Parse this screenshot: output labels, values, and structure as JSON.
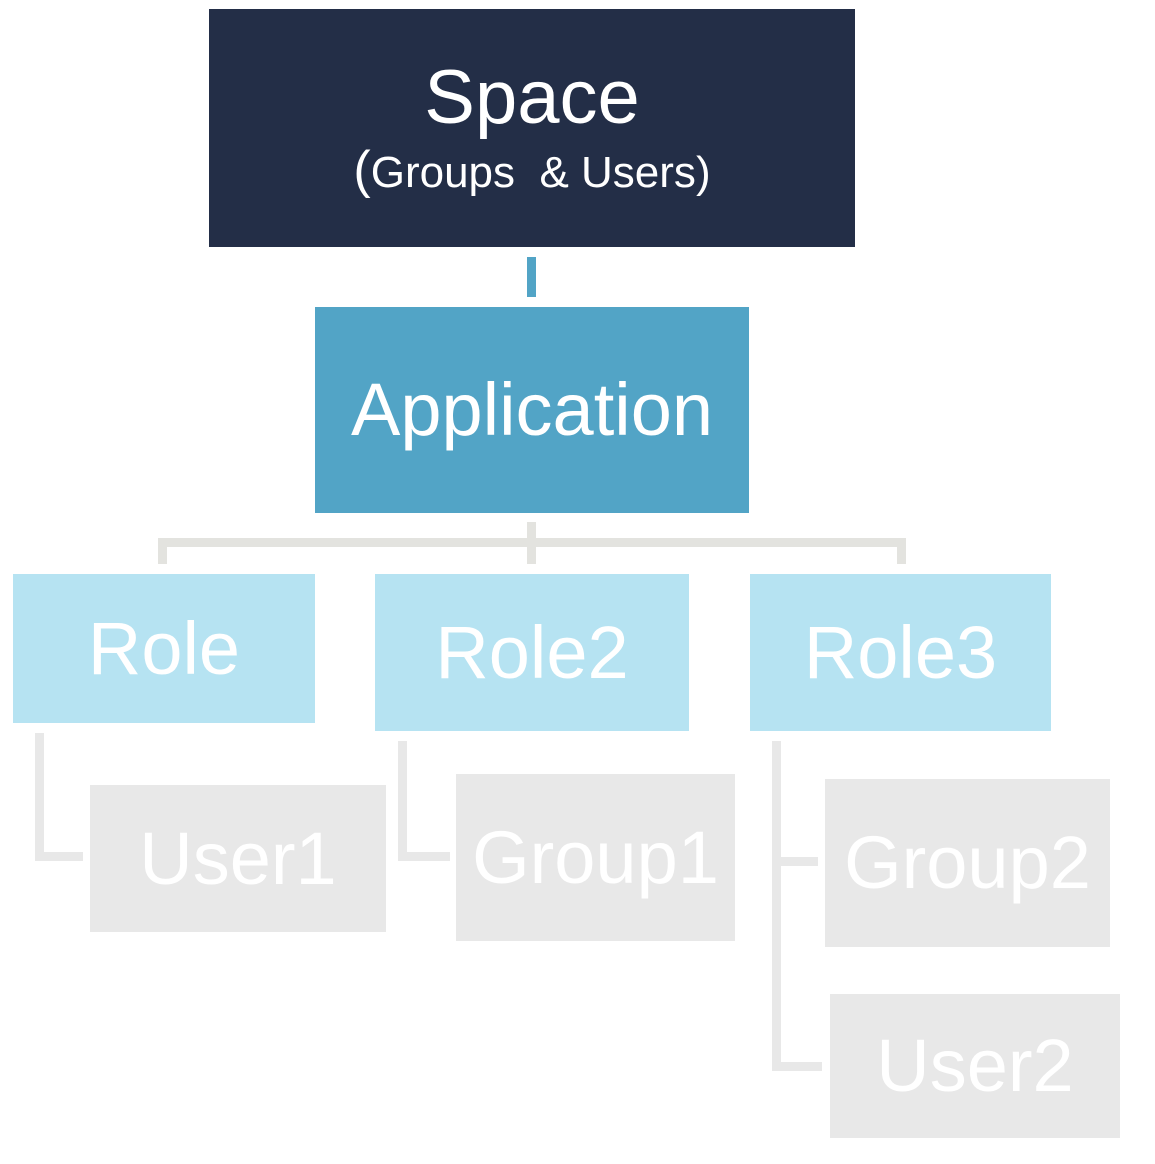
{
  "root": {
    "title": "Space",
    "subtitle_open": "(",
    "subtitle_text": "Groups  & Users",
    "subtitle_close": ")"
  },
  "application": {
    "label": "Application"
  },
  "roles": [
    {
      "label": "Role"
    },
    {
      "label": "Role2"
    },
    {
      "label": "Role3"
    }
  ],
  "members": [
    {
      "label": "User1",
      "role": "Role"
    },
    {
      "label": "Group1",
      "role": "Role2"
    },
    {
      "label": "Group2",
      "role": "Role3"
    },
    {
      "label": "User2",
      "role": "Role3"
    }
  ],
  "colors": {
    "space": "#232e47",
    "application": "#52a4c6",
    "role": "#b6e3f2",
    "member": "#e8e8e8",
    "connector_top": "#52a4c6",
    "connector_light": "#e3e3df",
    "text": "#ffffff"
  }
}
